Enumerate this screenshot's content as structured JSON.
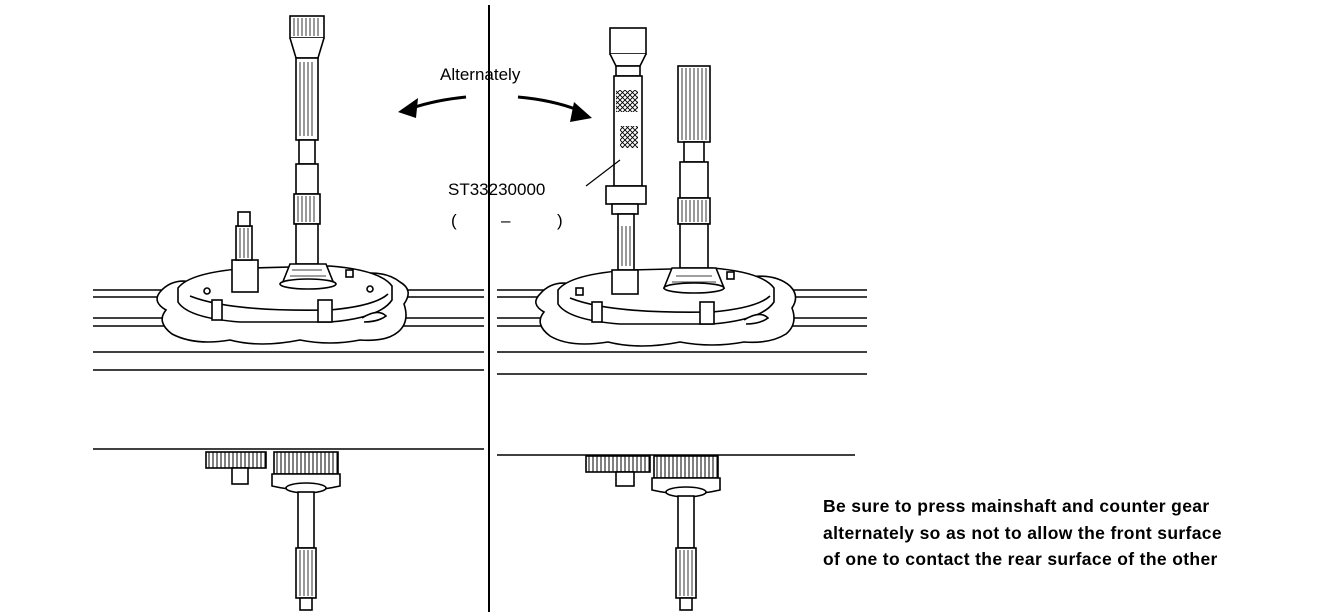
{
  "labels": {
    "alternately": "Alternately",
    "tool_number": "ST33230000",
    "paren_open": "(",
    "dash": "–",
    "paren_close": ")"
  },
  "note": {
    "lines": [
      "Be sure to press mainshaft and counter gear",
      "alternately so as not to allow the front surface",
      "of one to contact the rear surface of the other"
    ]
  },
  "colors": {
    "ink": "#000000",
    "paper": "#ffffff"
  }
}
